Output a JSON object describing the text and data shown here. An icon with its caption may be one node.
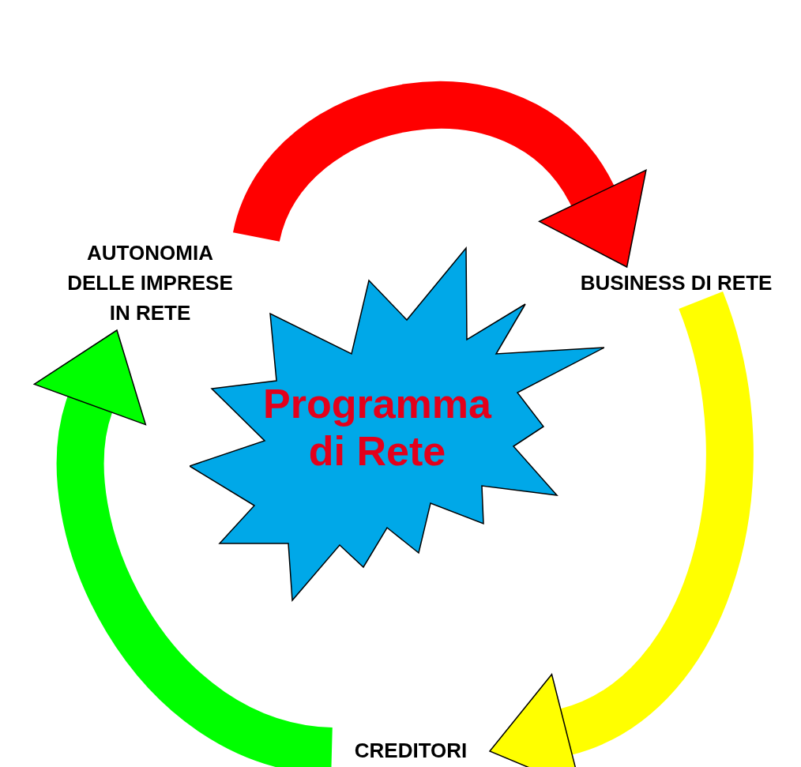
{
  "diagram": {
    "nodes": [
      {
        "text": [
          "AUTONOMIA DELLE IMPRESE IN RETE"
        ]
      },
      {
        "text": [
          "BUSINESS DI RETE"
        ]
      },
      {
        "text": [
          "Programma di Rete"
        ]
      },
      {
        "text": [
          "CREDITORI"
        ]
      }
    ],
    "edges": [
      {
        "from": 0,
        "to": 1,
        "arrow": "to",
        "color": "#ff0000"
      },
      {
        "from": 1,
        "to": 3,
        "arrow": "to",
        "color": "#ffff00"
      },
      {
        "from": 3,
        "to": 0,
        "arrow": "to",
        "color": "#00ff00"
      }
    ]
  }
}
